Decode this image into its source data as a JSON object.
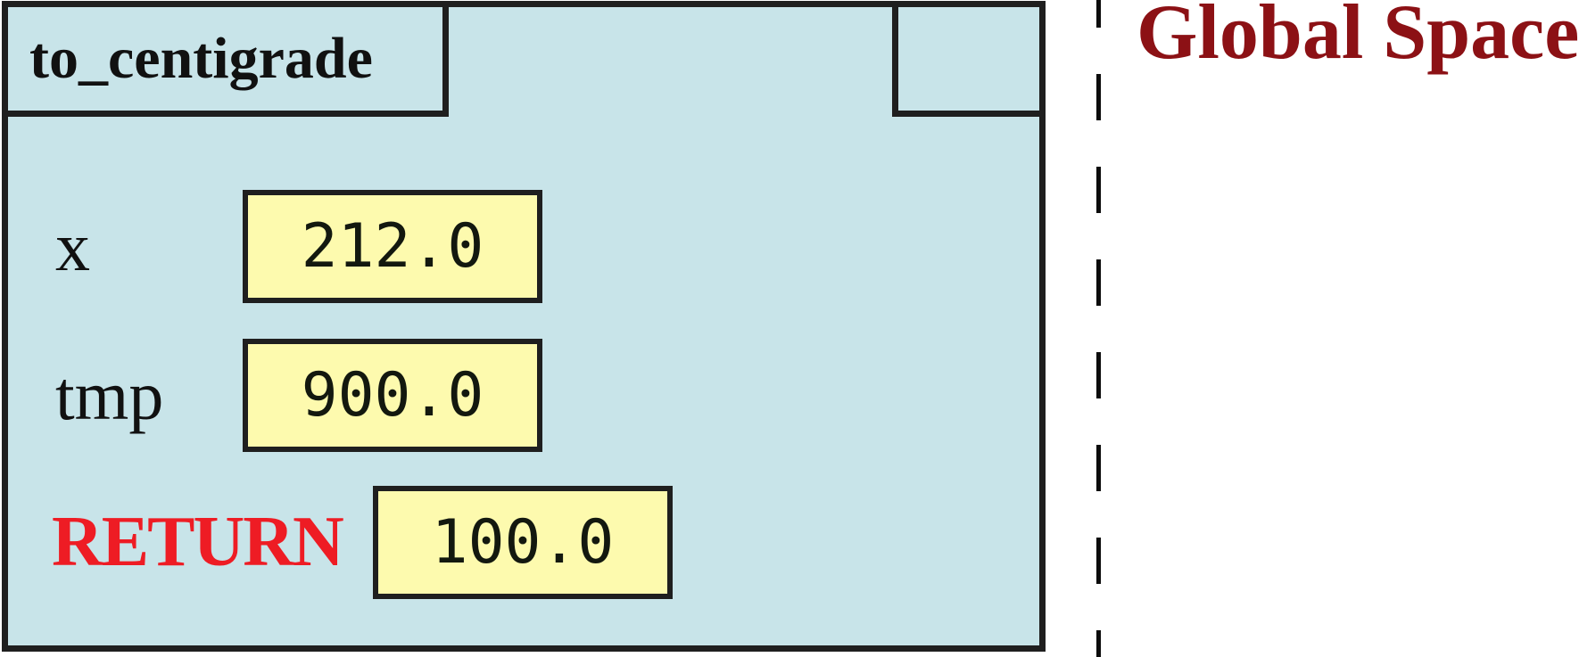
{
  "frame": {
    "title": "to_centigrade",
    "variables": [
      {
        "name": "x",
        "value": "212.0"
      },
      {
        "name": "tmp",
        "value": "900.0"
      }
    ],
    "return_slot": {
      "label": "RETURN",
      "value": "100.0"
    }
  },
  "global_space": {
    "label": "Global Space"
  },
  "colors": {
    "frame_fill": "#c8e4e9",
    "value_fill": "#fdfaae",
    "border": "#1f1f1f",
    "return_text": "#ee1c24",
    "global_text": "#8c1115"
  }
}
